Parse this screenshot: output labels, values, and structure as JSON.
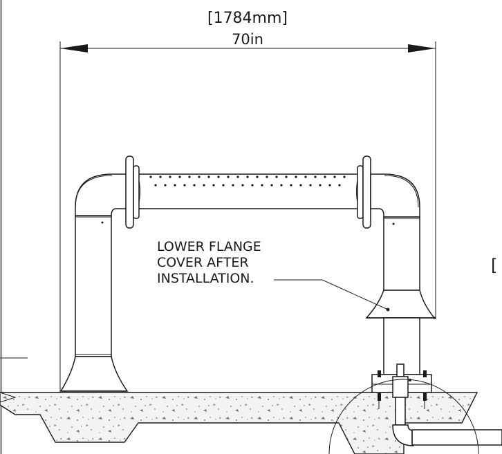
{
  "dimension": {
    "metric_label": "[1784mm]",
    "imperial_label": "70in"
  },
  "callout": {
    "lines": [
      "LOWER FLANGE",
      "COVER AFTER",
      "INSTALLATION."
    ]
  },
  "edge_marker": "["
}
